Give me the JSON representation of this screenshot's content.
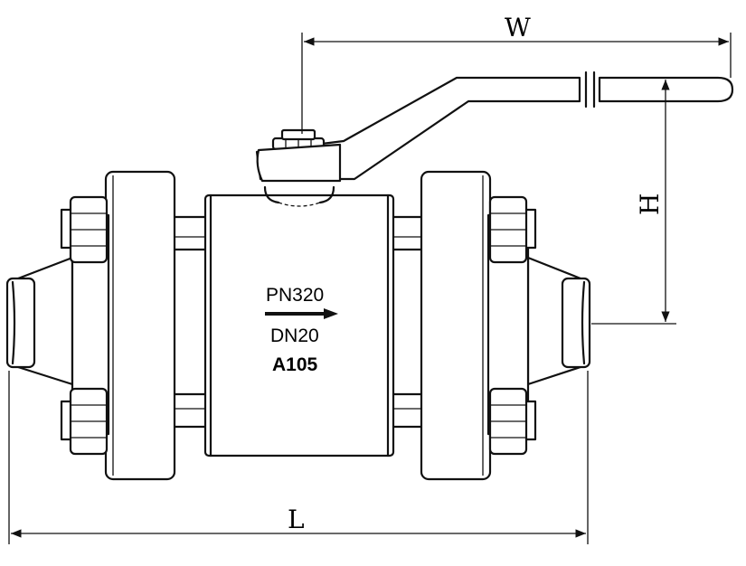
{
  "dimensions": {
    "width_label": "W",
    "height_label": "H",
    "length_label": "L"
  },
  "body_markings": {
    "pressure": "PN320",
    "size": "DN20",
    "material": "A105"
  },
  "colors": {
    "line": "#111111",
    "background": "#ffffff"
  }
}
